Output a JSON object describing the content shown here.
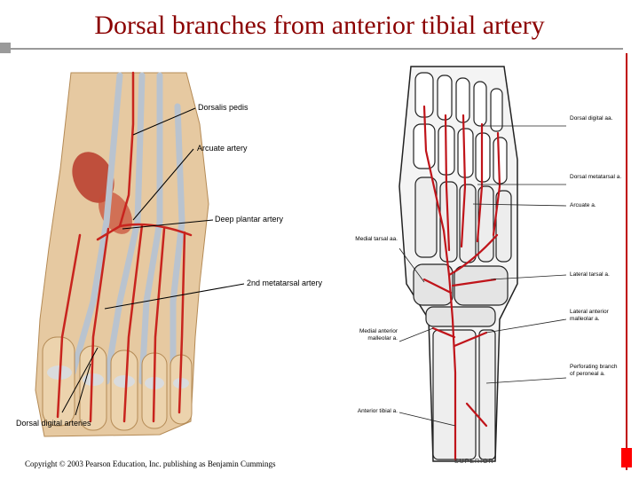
{
  "slide": {
    "title": "Dorsal branches from anterior tibial artery",
    "copyright": "Copyright © 2003 Pearson Education, Inc. publishing as Benjamin Cummings"
  },
  "left_figure": {
    "labels": [
      "Dorsalis pedis",
      "Arcuate artery",
      "Deep plantar artery",
      "2nd metatarsal artery",
      "Dorsal digital arteries"
    ],
    "artery_color": "#c8241e",
    "tendon_color": "#b9c3cf",
    "tissue_color": "#e6c9a1"
  },
  "right_figure": {
    "labels_right": [
      "Dorsal digital aa.",
      "Dorsal metatarsal a.",
      "Arcuate a.",
      "Lateral tarsal a.",
      "Lateral anterior malleolar a.",
      "Perforating branch of peroneal a."
    ],
    "labels_left": [
      "Medial tarsal aa.",
      "Medial anterior malleolar a.",
      "Anterior tibial a."
    ],
    "orientation": "SUPERIOR",
    "artery_color": "#c0141a"
  },
  "accent": {
    "title_color": "#8b0000",
    "rule_color": "#9a9a9a",
    "marker_color": "#ff0000"
  }
}
